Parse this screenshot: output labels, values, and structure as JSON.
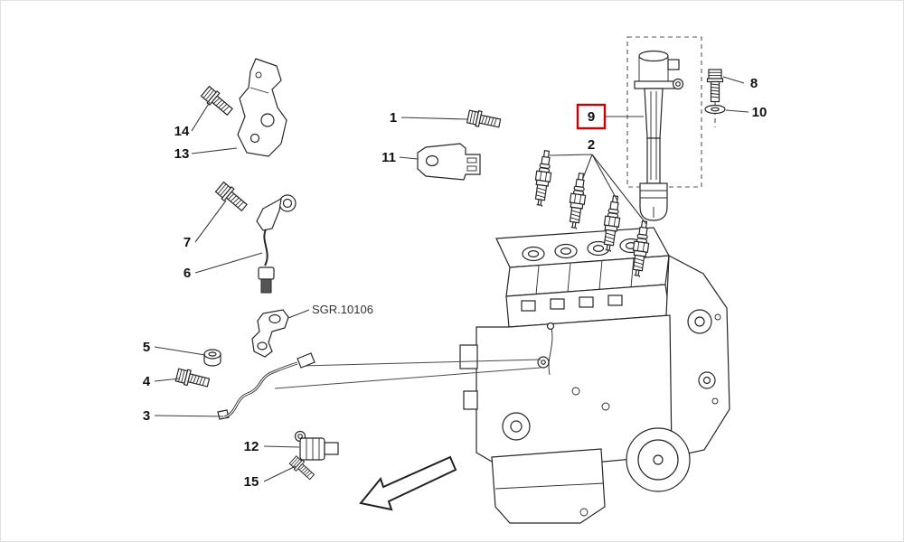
{
  "diagram": {
    "background": "#ffffff",
    "line_color": "#262626",
    "reference_code": "SGR.10106",
    "highlight": {
      "part_number": "9",
      "color": "#cc0000",
      "style": "red-box-outline"
    },
    "part_labels": {
      "p1": "1",
      "p2": "2",
      "p3": "3",
      "p4": "4",
      "p5": "5",
      "p6": "6",
      "p7": "7",
      "p8": "8",
      "p9": "9",
      "p10": "10",
      "p11": "11",
      "p12": "12",
      "p13": "13",
      "p14": "14",
      "p15": "15"
    },
    "parts": [
      {
        "number": "1",
        "icon": "bolt-icon"
      },
      {
        "number": "2",
        "icon": "spark-plug-icon",
        "count_shown": 4
      },
      {
        "number": "3",
        "icon": "sensor-cable-icon"
      },
      {
        "number": "4",
        "icon": "bolt-icon"
      },
      {
        "number": "5",
        "icon": "spacer-grommet-icon"
      },
      {
        "number": "6",
        "icon": "sensor-arm-connector-icon"
      },
      {
        "number": "7",
        "icon": "bolt-icon"
      },
      {
        "number": "8",
        "icon": "bolt-icon"
      },
      {
        "number": "9",
        "icon": "ignition-coil-icon"
      },
      {
        "number": "10",
        "icon": "washer-icon"
      },
      {
        "number": "11",
        "icon": "bracket-icon"
      },
      {
        "number": "12",
        "icon": "sensor-icon"
      },
      {
        "number": "13",
        "icon": "mounting-bracket-icon"
      },
      {
        "number": "14",
        "icon": "bolt-icon"
      },
      {
        "number": "15",
        "icon": "bolt-icon"
      }
    ],
    "annotations": {
      "direction_arrow": "down-left"
    }
  }
}
